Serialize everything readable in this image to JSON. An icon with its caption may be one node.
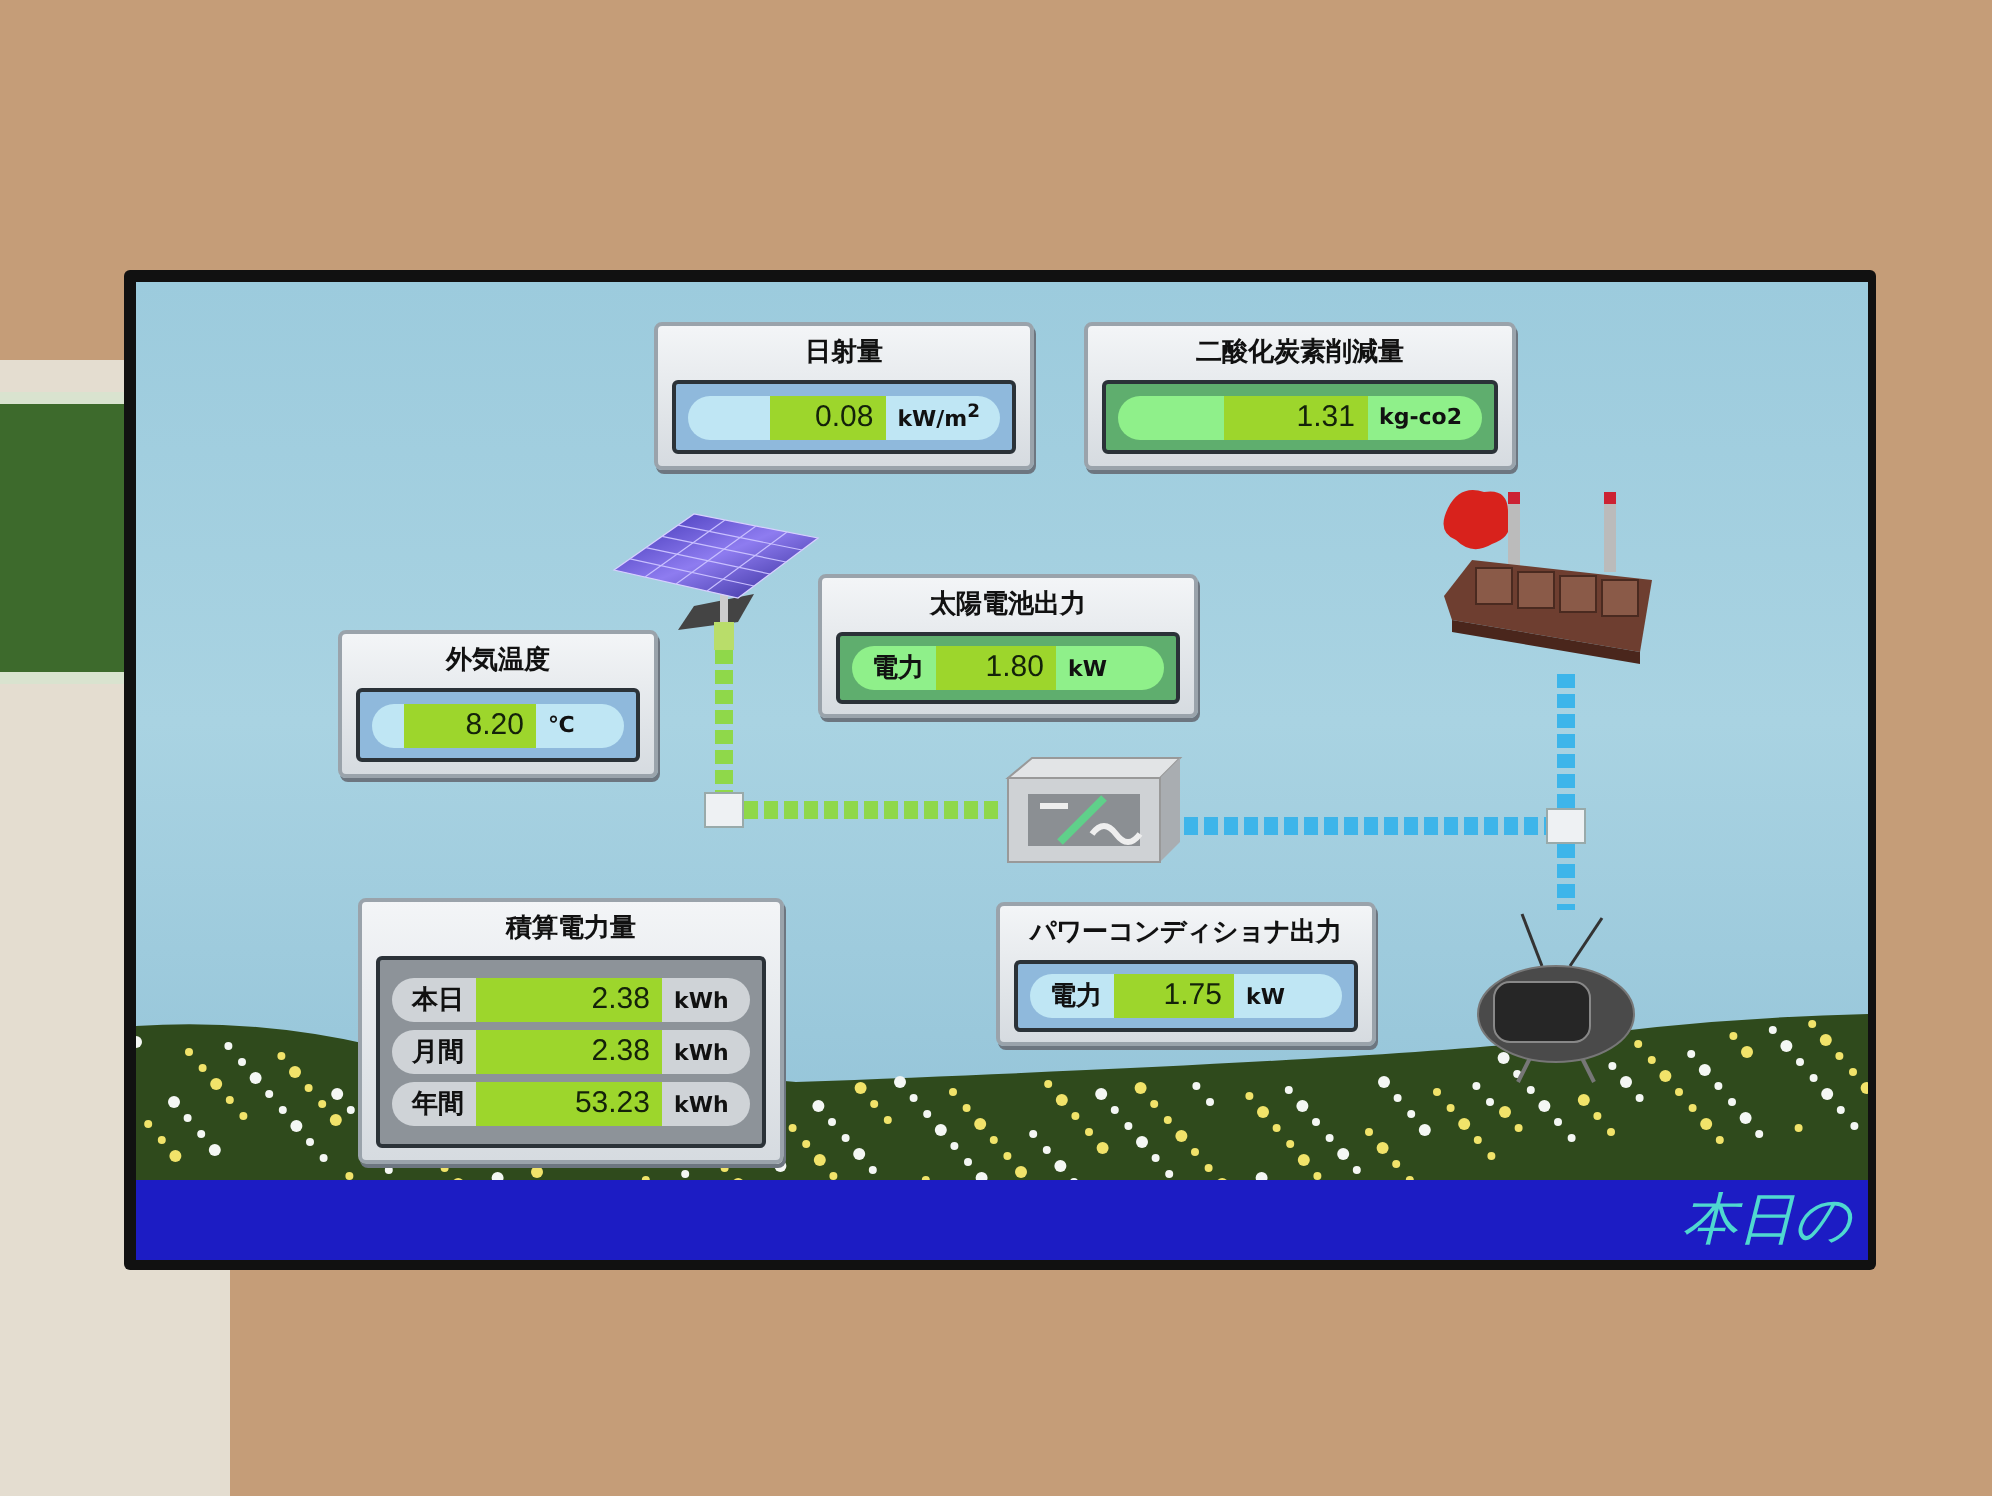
{
  "diagram": {
    "nodes": [
      {
        "text": [
          "日射量",
          "0.08",
          "kW/m$^{2}$"
        ]
      },
      {
        "text": [
          "二酸化炭素削減量",
          "1.31",
          "kg-co2"
        ]
      },
      {
        "text": [
          "外気温度",
          "8.20",
          "℃"
        ]
      },
      {
        "text": [
          "太陽電池出力",
          "電力",
          "1.80",
          "kW"
        ]
      },
      {
        "text": [
          "積算電力量",
          "本日",
          "2.38",
          "kWh",
          "月間",
          "2.38",
          "kWh",
          "年間",
          "53.23",
          "kWh"
        ]
      },
      {
        "text": [
          "パワーコンディショナ出力",
          "電力",
          "1.75",
          "kW"
        ]
      },
      {
        "text": [],
        "shape": "picture"
      },
      {
        "text": [],
        "shape": "box"
      },
      {
        "text": [],
        "shape": "picture"
      },
      {
        "text": [],
        "shape": "box"
      },
      {
        "text": [],
        "shape": "picture"
      },
      {
        "text": [],
        "shape": "picture"
      }
    ],
    "edges": [
      {
        "from": 6,
        "to": 7,
        "arrow": "none",
        "color": "#8fd84a"
      },
      {
        "from": 7,
        "to": 8,
        "arrow": "none",
        "color": "#8fd84a"
      },
      {
        "from": 8,
        "to": 9,
        "arrow": "none"
      },
      {
        "from": 9,
        "to": 10,
        "arrow": "none"
      },
      {
        "from": 9,
        "to": 11,
        "arrow": "none"
      }
    ],
    "labels": [
      "本日の"
    ]
  }
}
